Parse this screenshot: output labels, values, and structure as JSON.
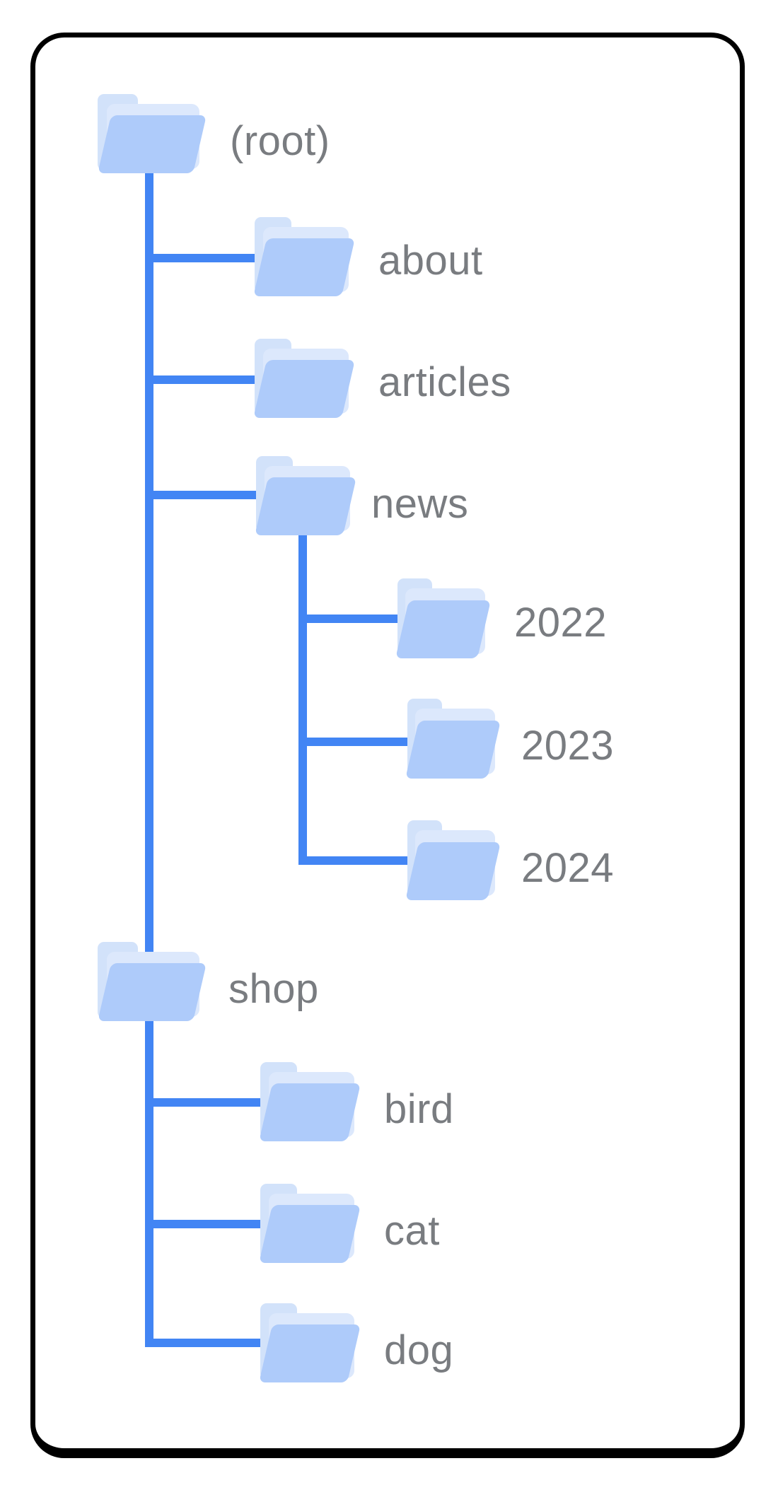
{
  "diagram": {
    "kind": "folder-hierarchy-tree",
    "description": "Site folder structure tree inside a rounded card"
  },
  "palette": {
    "line": "#4285f4",
    "front": "#aecbfa",
    "back": "#d2e2fa",
    "flap": "#dce8fc",
    "label": "#797c80",
    "border": "#000000"
  },
  "icons": {
    "folder": "folder-icon"
  },
  "tree": {
    "label": "(root)",
    "children": [
      {
        "label": "about",
        "children": []
      },
      {
        "label": "articles",
        "children": []
      },
      {
        "label": "news",
        "children": [
          {
            "label": "2022"
          },
          {
            "label": "2023"
          },
          {
            "label": "2024"
          }
        ]
      },
      {
        "label": "shop",
        "children": [
          {
            "label": "bird"
          },
          {
            "label": "cat"
          },
          {
            "label": "dog"
          }
        ]
      }
    ]
  }
}
